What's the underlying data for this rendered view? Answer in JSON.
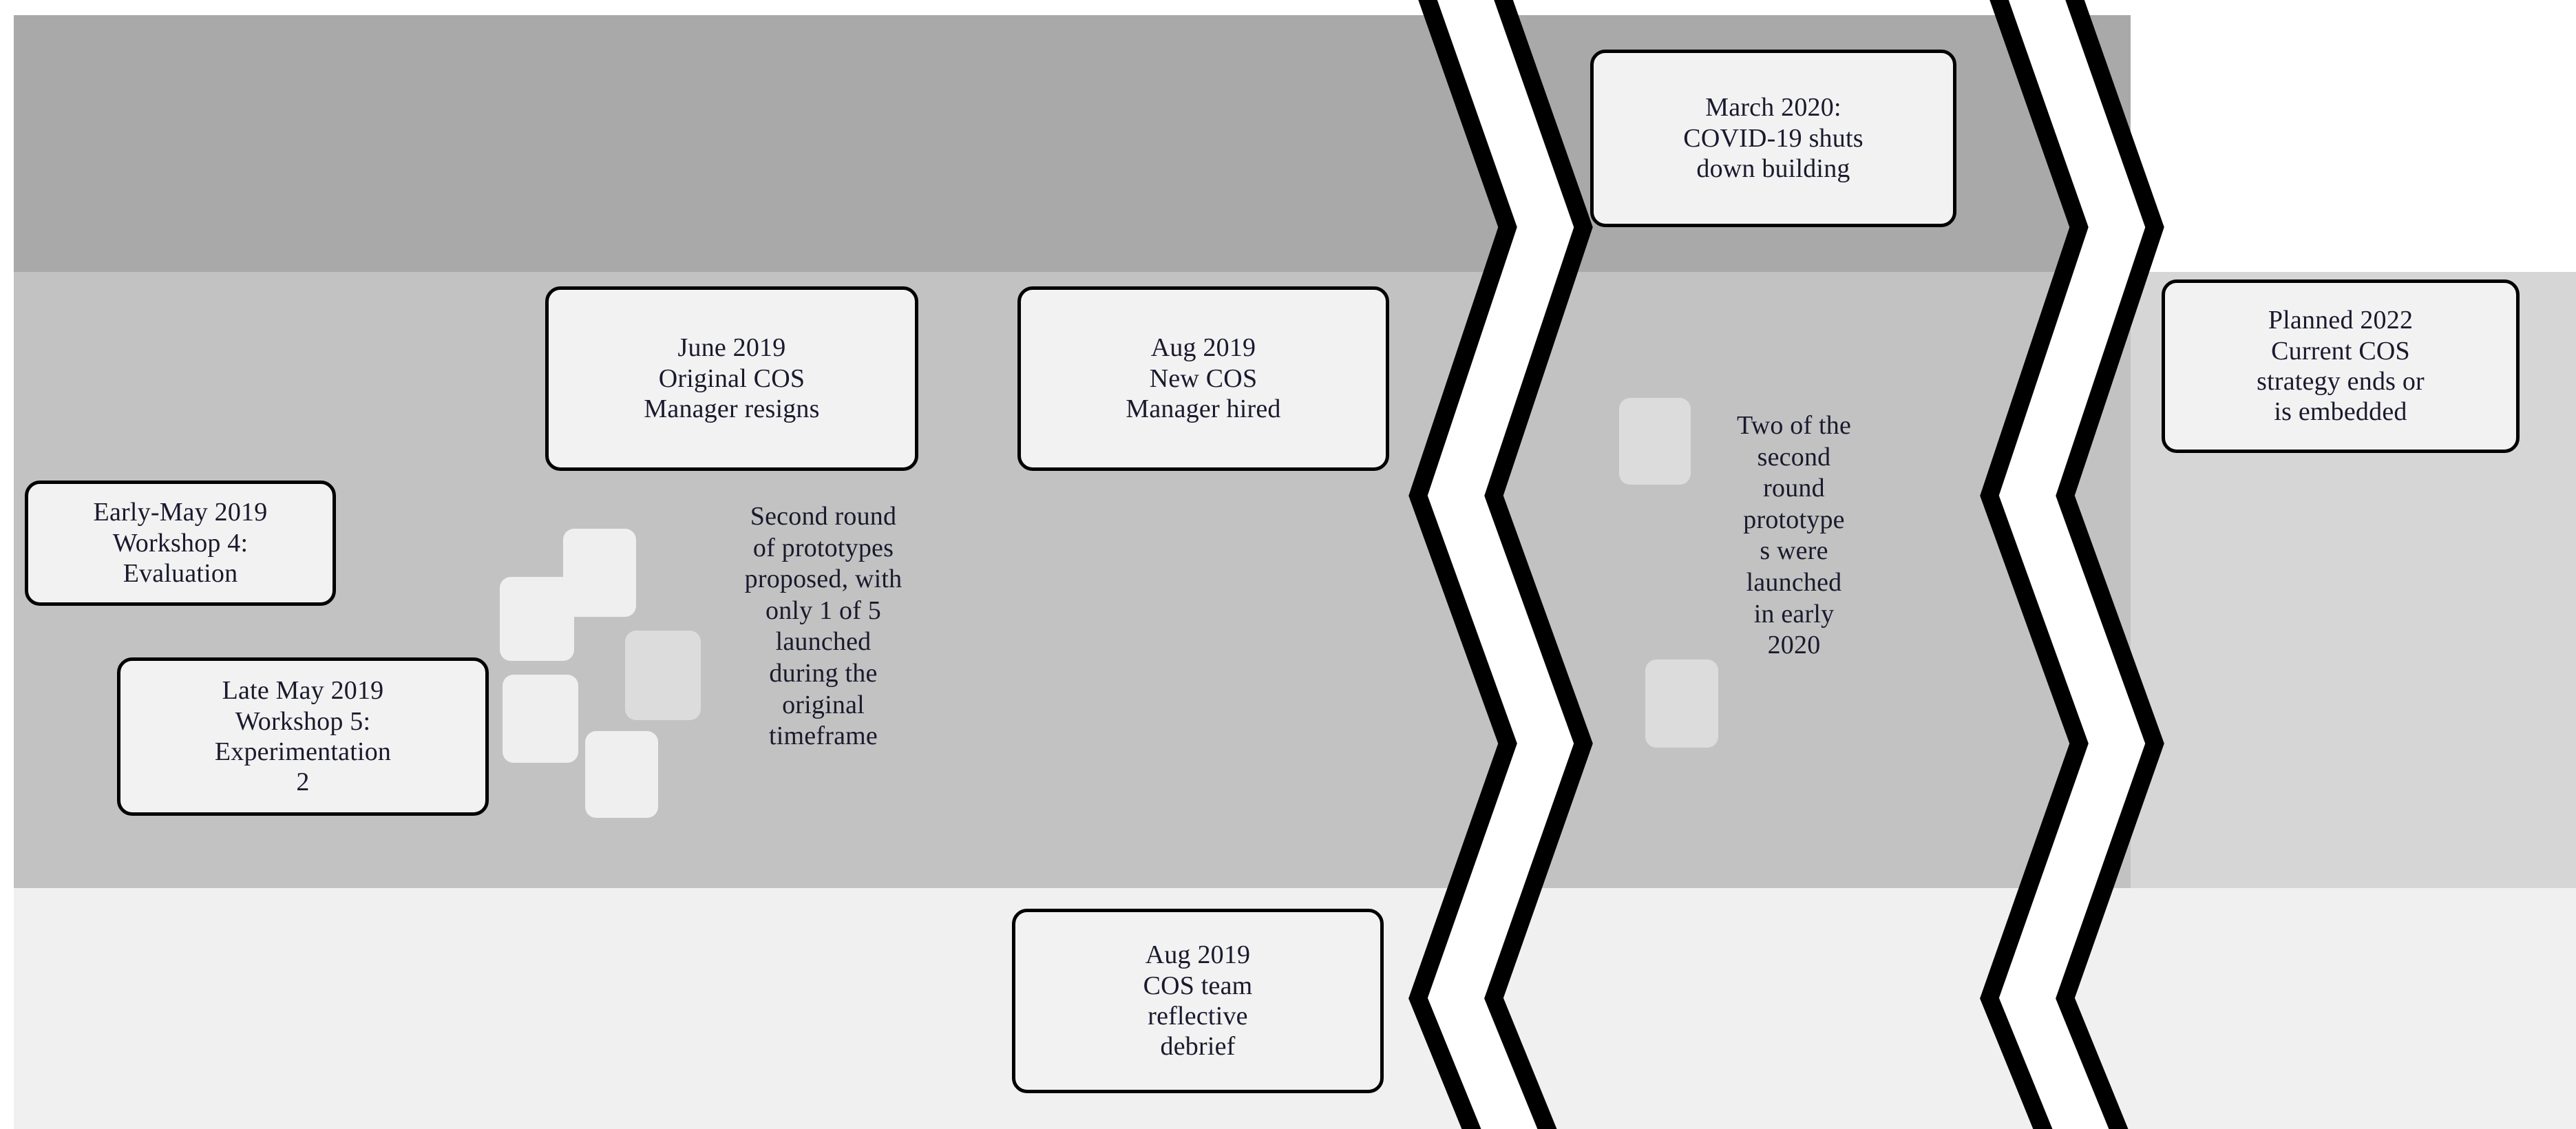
{
  "figure": {
    "type": "timeline-diagram",
    "title": "COS project timeline with break marks"
  },
  "colors": {
    "band_dark": "#a9a9a9",
    "band_mid": "#c2c2c2",
    "band_light": "#f0f0f0",
    "band_right": "#d6d6d6",
    "box_fill": "#f2f2f2",
    "box_border": "#000000",
    "text": "#1a1a2e",
    "prototype_pending": "#efefef",
    "prototype_launched": "#dcdcdc"
  },
  "boxes": {
    "workshop4": "Early-May 2019\nWorkshop 4:\nEvaluation",
    "workshop5": "Late May 2019\nWorkshop 5:\nExperimentation\n2",
    "june2019": "June 2019\nOriginal COS\nManager resigns",
    "aug2019_hire": "Aug 2019\nNew COS\nManager hired",
    "covid": "March 2020:\nCOVID-19 shuts\ndown building",
    "planned2022": "Planned 2022\nCurrent COS\nstrategy ends or\nis embedded",
    "debrief": "Aug 2019\nCOS team\nreflective\ndebrief"
  },
  "annotations": {
    "second_round": "Second round\nof prototypes\nproposed, with\nonly 1 of 5\nlaunched\nduring the\noriginal\ntimeframe",
    "two_launched": "Two of the\nsecond\nround\nprototype\ns were\nlaunched\nin early\n2020"
  },
  "prototypes": {
    "left_cluster": [
      {
        "id": "p-a",
        "state": "pending"
      },
      {
        "id": "p-b",
        "state": "pending"
      },
      {
        "id": "p-c",
        "state": "launched"
      },
      {
        "id": "p-d",
        "state": "pending"
      },
      {
        "id": "p-e",
        "state": "pending"
      }
    ],
    "right_cluster": [
      {
        "id": "p-f",
        "state": "launched"
      },
      {
        "id": "p-g",
        "state": "launched"
      }
    ]
  },
  "break_marks": [
    {
      "id": "break-1",
      "label": "timeline-break-1"
    },
    {
      "id": "break-2",
      "label": "timeline-break-2"
    }
  ]
}
